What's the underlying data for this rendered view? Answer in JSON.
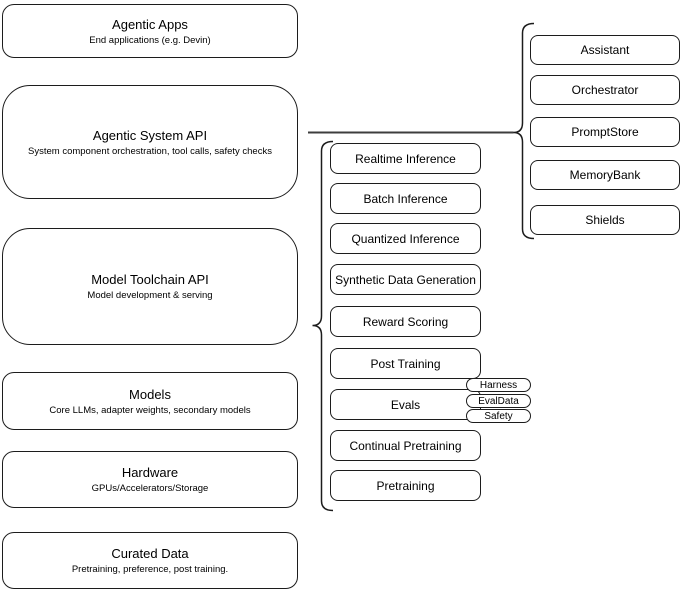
{
  "colors": {
    "background": "#ffffff",
    "stroke": "#1c1c1c",
    "text": "#000000"
  },
  "stack": {
    "boxes": [
      {
        "title": "Agentic Apps",
        "subtitle": "End applications (e.g. Devin)"
      },
      {
        "title": "Agentic System API",
        "subtitle": "System component orchestration, tool calls, safety checks"
      },
      {
        "title": "Model Toolchain API",
        "subtitle": "Model development & serving"
      },
      {
        "title": "Models",
        "subtitle": "Core LLMs, adapter weights, secondary models"
      },
      {
        "title": "Hardware",
        "subtitle": "GPUs/Accelerators/Storage"
      },
      {
        "title": "Curated Data",
        "subtitle": "Pretraining, preference, post training."
      }
    ]
  },
  "toolchain_group": {
    "items": [
      "Realtime Inference",
      "Batch Inference",
      "Quantized Inference",
      "Synthetic Data Generation",
      "Reward Scoring",
      "Post Training",
      "Evals",
      "Continual Pretraining",
      "Pretraining"
    ],
    "eval_tags": [
      "Harness",
      "EvalData",
      "Safety"
    ]
  },
  "system_components_group": {
    "items": [
      "Assistant",
      "Orchestrator",
      "PromptStore",
      "MemoryBank",
      "Shields"
    ]
  }
}
